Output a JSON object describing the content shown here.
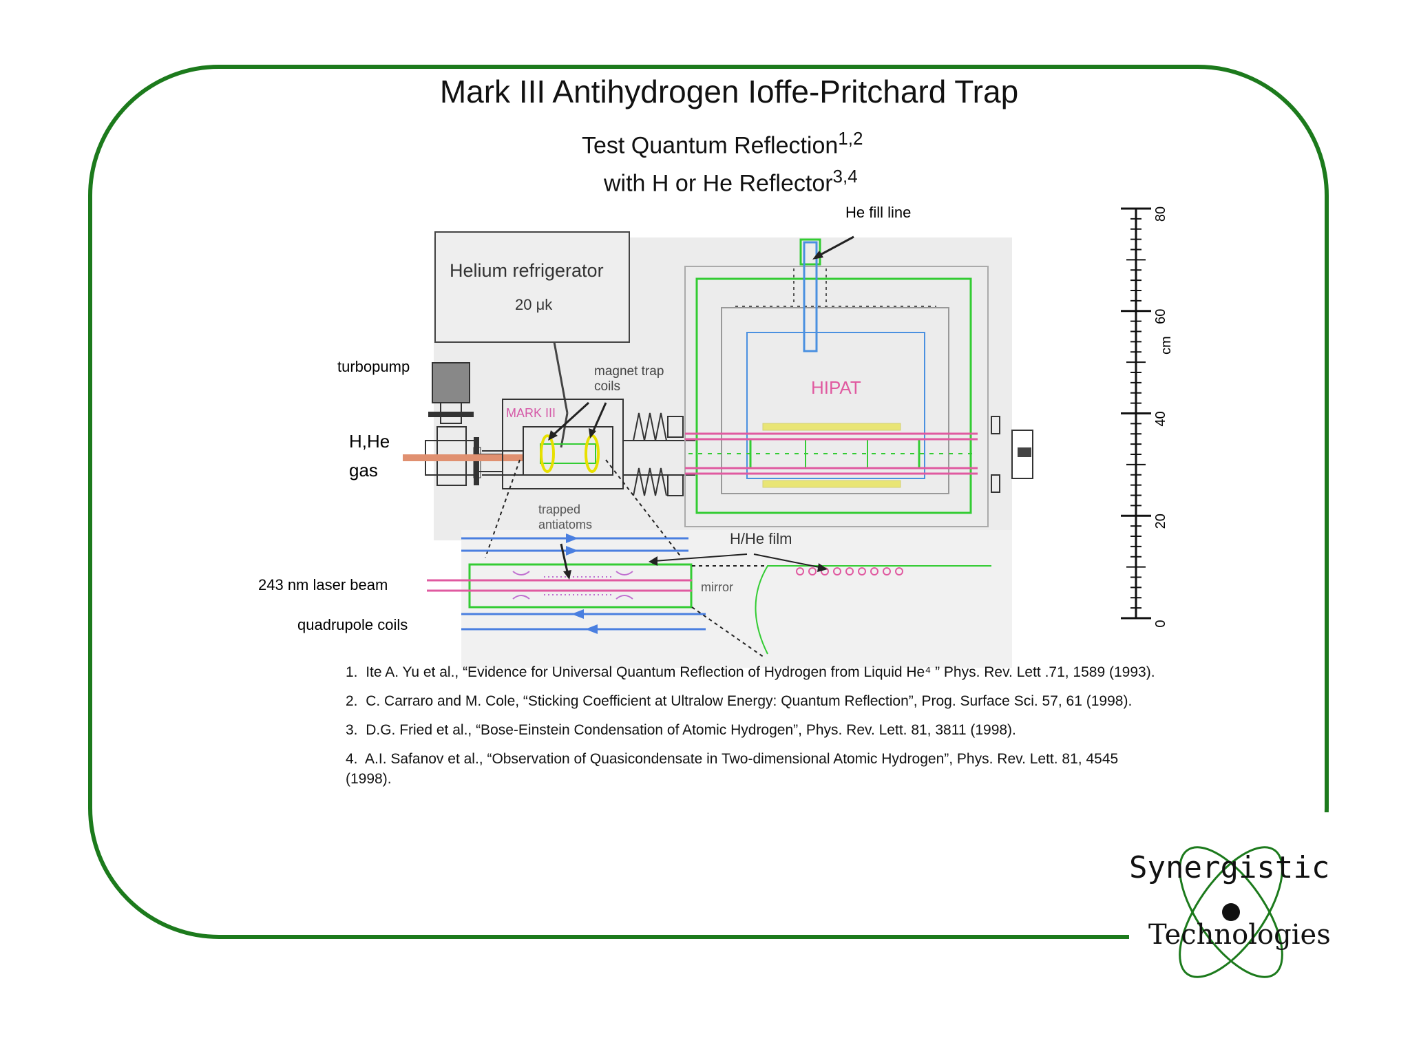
{
  "title": "Mark III Antihydrogen Ioffe-Pritchard Trap",
  "subtitle_line1": "Test Quantum Reflection",
  "subtitle_line1_sup": "1,2",
  "subtitle_line2": "with H or He Reflector",
  "subtitle_line2_sup": "3,4",
  "labels": {
    "he_fill_line": "He fill line",
    "helium_refrigerator": "Helium refrigerator",
    "helium_temp": "20 μk",
    "turbopump": "turbopump",
    "magnet_trap_coils_1": "magnet  trap",
    "magnet_trap_coils_2": "coils",
    "mark_iii": "MARK III",
    "hipat": "HIPAT",
    "hhe_gas_1": "H,He",
    "hhe_gas_2": "gas",
    "trapped_antiatoms_1": "trapped",
    "trapped_antiatoms_2": "antiatoms",
    "hhe_film": "H/He film",
    "laser_beam": "243 nm laser beam",
    "mirror": "mirror",
    "quadrupole_coils": "quadrupole coils"
  },
  "scale": {
    "unit": "cm",
    "ticks": [
      "0",
      "20",
      "40",
      "60",
      "80"
    ]
  },
  "references": [
    {
      "num": "1.",
      "text": "Ite A. Yu et al., “Evidence for Universal Quantum Reflection of Hydrogen from Liquid He⁴ ” Phys. Rev. Lett .71, 1589 (1993)."
    },
    {
      "num": "2.",
      "text": "C. Carraro and M. Cole, “Sticking Coefficient at Ultralow Energy: Quantum Reflection”, Prog. Surface Sci. 57, 61 (1998)."
    },
    {
      "num": "3.",
      "text": "D.G. Fried et al., “Bose-Einstein Condensation of Atomic Hydrogen”, Phys. Rev. Lett. 81, 3811 (1998)."
    },
    {
      "num": "4.",
      "text": "A.I. Safanov et al., “Observation of Quasicondensate in Two-dimensional Atomic Hydrogen”, Phys. Rev. Lett. 81, 4545 (1998)."
    }
  ],
  "logo": {
    "line1": "Synergistic",
    "line2": "Technologies"
  },
  "colors": {
    "frame": "#1c7a1c",
    "trap_green": "#33cc33",
    "coil_blue": "#4a7fe0",
    "laser_pink": "#e05aa0",
    "coil_yellow": "#e8e000"
  }
}
